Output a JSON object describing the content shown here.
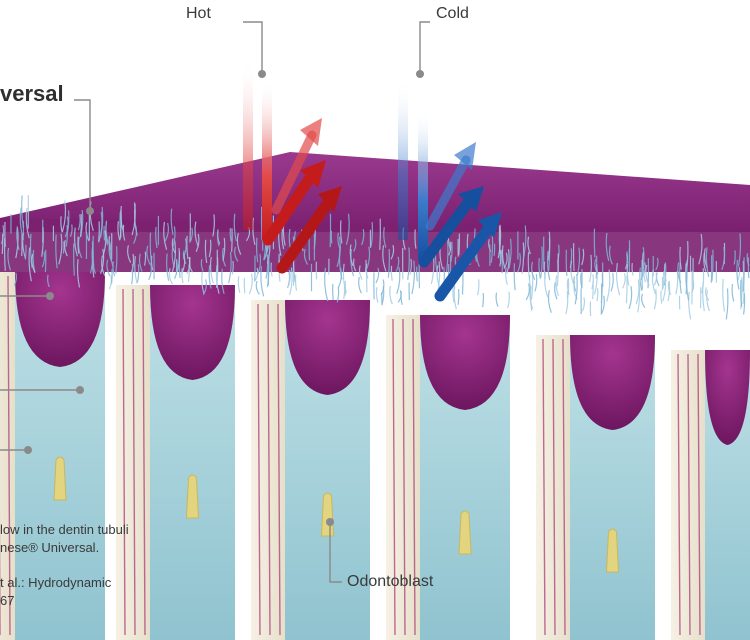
{
  "labels": {
    "hot": "Hot",
    "cold": "Cold",
    "product": "versal",
    "odontoblast": "Odontoblast"
  },
  "notes": {
    "line1": "low in the dentin tubuli",
    "line2": "nese® Universal.",
    "line3": "t al.: Hydrodynamic",
    "line4": "67"
  },
  "colors": {
    "sealant_layer": "#8a2a7e",
    "sealant_plug": "#86207a",
    "fibers": "#7fb6d6",
    "dentin_wall": "#efe9d8",
    "tubule_fluid": "#a9d3db",
    "hot_arrow": "#d62a2a",
    "cold_arrow": "#1f5fb0",
    "odontoblast_process": "#e3d47f"
  },
  "icons": {
    "hot": "hot-stimulus-arrow-icon",
    "cold": "cold-stimulus-arrow-icon"
  }
}
